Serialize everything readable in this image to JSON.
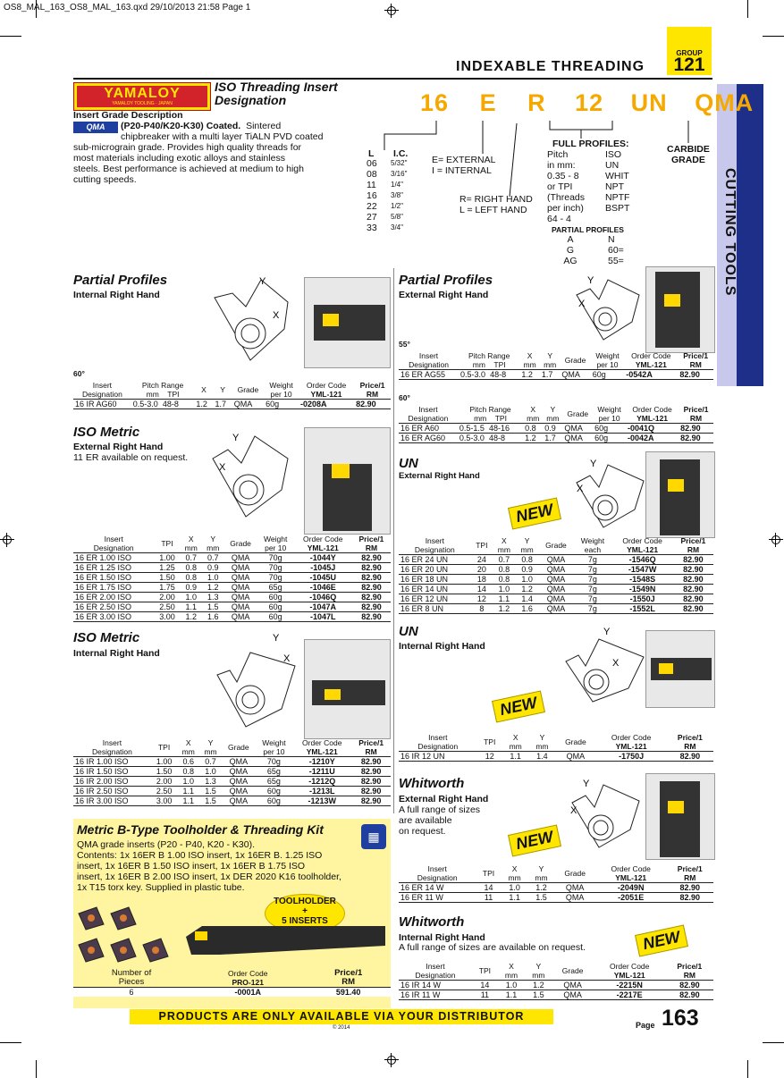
{
  "file_header": "OS8_MAL_163_OS8_MAL_163.qxd  29/10/2013  21:58  Page 1",
  "group_label": "GROUP",
  "group_number": "121",
  "category_title": "INDEXABLE THREADING",
  "side_tab": "CUTTING TOOLS",
  "brand": {
    "name": "YAMALOY",
    "sub": "YAMALOY TOOLING · JAPAN"
  },
  "designation_title_1": "ISO Threading Insert",
  "designation_title_2": "Designation",
  "grade_desc_title": "Insert Grade Description",
  "grade_badge": "QMA",
  "grade_bold": "(P20-P40/K20-K30) Coated.",
  "grade_text_1": "Sintered",
  "grade_text_2": "chipbreaker with a multi layer TiALN PVD coated",
  "grade_text_3": "sub-micrograin grade. Provides high quality threads for",
  "grade_text_4": "most materials including exotic alloys and stainless",
  "grade_text_5": "steels. Best performance is achieved at medium to high",
  "grade_text_6": "cutting speeds.",
  "code": {
    "p1": "16",
    "p2": "E",
    "p3": "R",
    "p4": "12",
    "p5": "UN",
    "p6": "QMA"
  },
  "legend": {
    "l_head": "L",
    "ic_head": "I.C.",
    "l_vals": [
      "06",
      "08",
      "11",
      "16",
      "22",
      "27",
      "33"
    ],
    "ic_vals": [
      "5/32\"",
      "3/16\"",
      "1/4\"",
      "3/8\"",
      "1/2\"",
      "5/8\"",
      "3/4\""
    ],
    "ext_1": "E= EXTERNAL",
    "ext_2": "I =  INTERNAL",
    "hand_1": "R= RIGHT HAND",
    "hand_2": "L   = LEFT HAND",
    "full_profiles": "FULL PROFILES:",
    "pitch_col": [
      "Pitch",
      "in mm:",
      "0.35 - 8",
      "or TPI",
      "(Threads",
      "per inch)",
      "64 - 4"
    ],
    "prof_col": [
      "ISO",
      "UN",
      "WHIT",
      "NPT",
      "NPTF",
      "BSPT"
    ],
    "partial_profiles": "PARTIAL PROFILES",
    "partial_a": [
      "A",
      "G",
      "AG"
    ],
    "partial_b": [
      "N",
      "60=",
      "55="
    ],
    "carbide_1": "CARBIDE",
    "carbide_2": "GRADE"
  },
  "col_headers": {
    "insert_des": [
      "Insert",
      "Designation"
    ],
    "pitch_range": "Pitch Range",
    "mm": "mm",
    "tpi": "TPI",
    "x": "X",
    "y": "Y",
    "grade": "Grade",
    "weight": [
      "Weight",
      "per 10"
    ],
    "weight_each": [
      "Weight",
      "each"
    ],
    "order": [
      "Order Code",
      "YML-121"
    ],
    "price": [
      "Price/1",
      "RM"
    ]
  },
  "sections": {
    "pp_int": {
      "title": "Partial Profiles",
      "sub": "Internal Right Hand",
      "angle": "60°",
      "rows": [
        [
          "16 IR AG60",
          "0.5-3.0",
          "48-8",
          "1.2",
          "1.7",
          "QMA",
          "60g",
          "-0208A",
          "82.90"
        ]
      ]
    },
    "pp_ext": {
      "title": "Partial Profiles",
      "sub": "External Right Hand",
      "angle55": "55°",
      "angle60": "60°",
      "rows55": [
        [
          "16 ER AG55",
          "0.5-3.0",
          "48-8",
          "1.2",
          "1.7",
          "QMA",
          "60g",
          "-0542A",
          "82.90"
        ]
      ],
      "rows60": [
        [
          "16 ER A60",
          "0.5-1.5",
          "48-16",
          "0.8",
          "0.9",
          "QMA",
          "60g",
          "-0041Q",
          "82.90"
        ],
        [
          "16 ER AG60",
          "0.5-3.0",
          "48-8",
          "1.2",
          "1.7",
          "QMA",
          "60g",
          "-0042A",
          "82.90"
        ]
      ]
    },
    "iso_ext": {
      "title": "ISO Metric",
      "sub": "External Right Hand",
      "note": "11 ER available on request.",
      "rows": [
        [
          "16 ER 1.00 ISO",
          "1.00",
          "0.7",
          "0.7",
          "QMA",
          "70g",
          "-1044Y",
          "82.90"
        ],
        [
          "16 ER 1.25 ISO",
          "1.25",
          "0.8",
          "0.9",
          "QMA",
          "70g",
          "-1045J",
          "82.90"
        ],
        [
          "16 ER 1.50 ISO",
          "1.50",
          "0.8",
          "1.0",
          "QMA",
          "70g",
          "-1045U",
          "82.90"
        ],
        [
          "16 ER 1.75 ISO",
          "1.75",
          "0.9",
          "1.2",
          "QMA",
          "65g",
          "-1046E",
          "82.90"
        ],
        [
          "16 ER 2.00 ISO",
          "2.00",
          "1.0",
          "1.3",
          "QMA",
          "60g",
          "-1046Q",
          "82.90"
        ],
        [
          "16 ER 2.50 ISO",
          "2.50",
          "1.1",
          "1.5",
          "QMA",
          "60g",
          "-1047A",
          "82.90"
        ],
        [
          "16 ER 3.00 ISO",
          "3.00",
          "1.2",
          "1.6",
          "QMA",
          "60g",
          "-1047L",
          "82.90"
        ]
      ]
    },
    "iso_int": {
      "title": "ISO Metric",
      "sub": "Internal Right Hand",
      "rows": [
        [
          "16 IR 1.00 ISO",
          "1.00",
          "0.6",
          "0.7",
          "QMA",
          "70g",
          "-1210Y",
          "82.90"
        ],
        [
          "16 IR 1.50 ISO",
          "1.50",
          "0.8",
          "1.0",
          "QMA",
          "65g",
          "-1211U",
          "82.90"
        ],
        [
          "16 IR 2.00 ISO",
          "2.00",
          "1.0",
          "1.3",
          "QMA",
          "65g",
          "-1212Q",
          "82.90"
        ],
        [
          "16 IR 2.50 ISO",
          "2.50",
          "1.1",
          "1.5",
          "QMA",
          "60g",
          "-1213L",
          "82.90"
        ],
        [
          "16 IR 3.00 ISO",
          "3.00",
          "1.1",
          "1.5",
          "QMA",
          "60g",
          "-1213W",
          "82.90"
        ]
      ]
    },
    "un_ext": {
      "title": "UN",
      "sub": "External Right Hand",
      "new": "NEW",
      "rows": [
        [
          "16 ER 24 UN",
          "24",
          "0.7",
          "0.8",
          "QMA",
          "7g",
          "-1546Q",
          "82.90"
        ],
        [
          "16 ER 20 UN",
          "20",
          "0.8",
          "0.9",
          "QMA",
          "7g",
          "-1547W",
          "82.90"
        ],
        [
          "16 ER 18 UN",
          "18",
          "0.8",
          "1.0",
          "QMA",
          "7g",
          "-1548S",
          "82.90"
        ],
        [
          "16 ER 14 UN",
          "14",
          "1.0",
          "1.2",
          "QMA",
          "7g",
          "-1549N",
          "82.90"
        ],
        [
          "16 ER 12 UN",
          "12",
          "1.1",
          "1.4",
          "QMA",
          "7g",
          "-1550J",
          "82.90"
        ],
        [
          "16 ER 8 UN",
          "8",
          "1.2",
          "1.6",
          "QMA",
          "7g",
          "-1552L",
          "82.90"
        ]
      ]
    },
    "un_int": {
      "title": "UN",
      "sub": "Internal Right Hand",
      "new": "NEW",
      "rows": [
        [
          "16 IR 12 UN",
          "12",
          "1.1",
          "1.4",
          "QMA",
          "-1750J",
          "82.90"
        ]
      ]
    },
    "wh_ext": {
      "title": "Whitworth",
      "sub": "External Right Hand",
      "note_1": "A full range of sizes",
      "note_2": "are available",
      "note_3": "on request.",
      "new": "NEW",
      "rows": [
        [
          "16 ER 14 W",
          "14",
          "1.0",
          "1.2",
          "QMA",
          "-2049N",
          "82.90"
        ],
        [
          "16 ER 11 W",
          "11",
          "1.1",
          "1.5",
          "QMA",
          "-2051E",
          "82.90"
        ]
      ]
    },
    "wh_int": {
      "title": "Whitworth",
      "sub": "Internal Right Hand",
      "note": "A full range of sizes are available on request.",
      "new": "NEW",
      "rows": [
        [
          "16 IR 14 W",
          "14",
          "1.0",
          "1.2",
          "QMA",
          "-2215N",
          "82.90"
        ],
        [
          "16 IR 11 W",
          "11",
          "1.1",
          "1.5",
          "QMA",
          "-2217E",
          "82.90"
        ]
      ]
    }
  },
  "kit": {
    "title": "Metric B-Type Toolholder & Threading Kit",
    "line1": "QMA grade inserts (P20 - P40, K20 - K30).",
    "line2": "Contents: 1x 16ER B 1.00 ISO insert, 1x 16ER B. 1.25 ISO",
    "line3": "insert, 1x 16ER B 1.50 ISO insert, 1x 16ER B 1.75 ISO",
    "line4": "insert, 1x 16ER B 2.00 ISO insert, 1x DER 2020 K16 toolholder,",
    "line5": "1x T15 torx key. Supplied in plastic tube.",
    "badge_1": "TOOLHOLDER",
    "badge_2": "+",
    "badge_3": "5 INSERTS",
    "col1": [
      "Number of",
      "Pieces"
    ],
    "col2": [
      "Order Code",
      "PRO-121"
    ],
    "col3": [
      "Price/1",
      "RM"
    ],
    "row": [
      "6",
      "-0001A",
      "591.40"
    ]
  },
  "footer_banner": "PRODUCTS ARE ONLY AVAILABLE VIA YOUR DISTRIBUTOR",
  "copyright": "© 2014",
  "page_label": "Page",
  "page_number": "163",
  "colors": {
    "yellow": "#ffe600",
    "red": "#d2232a",
    "blue": "#1e2f8a",
    "orange": "#f5a800",
    "lavender": "#c8c8ec"
  }
}
